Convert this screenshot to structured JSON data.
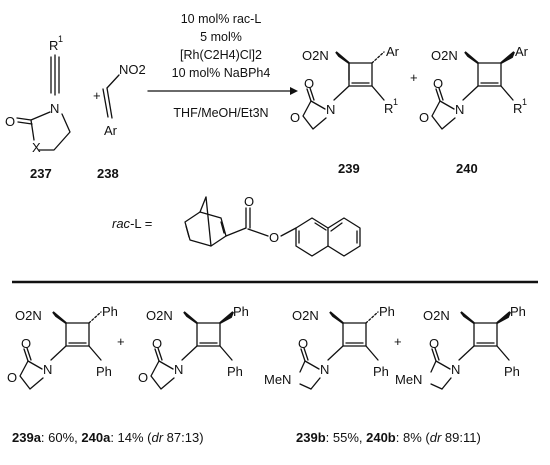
{
  "reaction": {
    "conditions": [
      "10 mol% rac-L",
      "5 mol%",
      "[Rh(C2H4)Cl]2",
      "10 mol% NaBPh4",
      "THF/MeOH/Et3N"
    ],
    "plus": "+",
    "compounds": {
      "c237": "237",
      "c238": "238",
      "c239": "239",
      "c240": "240"
    },
    "atom_labels": {
      "R": "R",
      "one": "1",
      "O": "O",
      "N": "N",
      "X": "X",
      "NO2": "NO2",
      "O2N": "O2N",
      "Ar": "Ar",
      "Ph": "Ph",
      "MeN": "MeN"
    }
  },
  "ligand": {
    "label": "rac-L =",
    "ester_O": "O"
  },
  "results": {
    "left": {
      "label_a": "239a",
      "text_a": ": 60%, ",
      "label_b": "240a",
      "text_b": ": 14% (",
      "dr": "dr",
      "ratio": " 87:13)"
    },
    "right": {
      "label_a": "239b",
      "text_a": ": 55%, ",
      "label_b": "240b",
      "text_b": ": 8% (",
      "dr": "dr",
      "ratio": " 89:11)"
    }
  }
}
